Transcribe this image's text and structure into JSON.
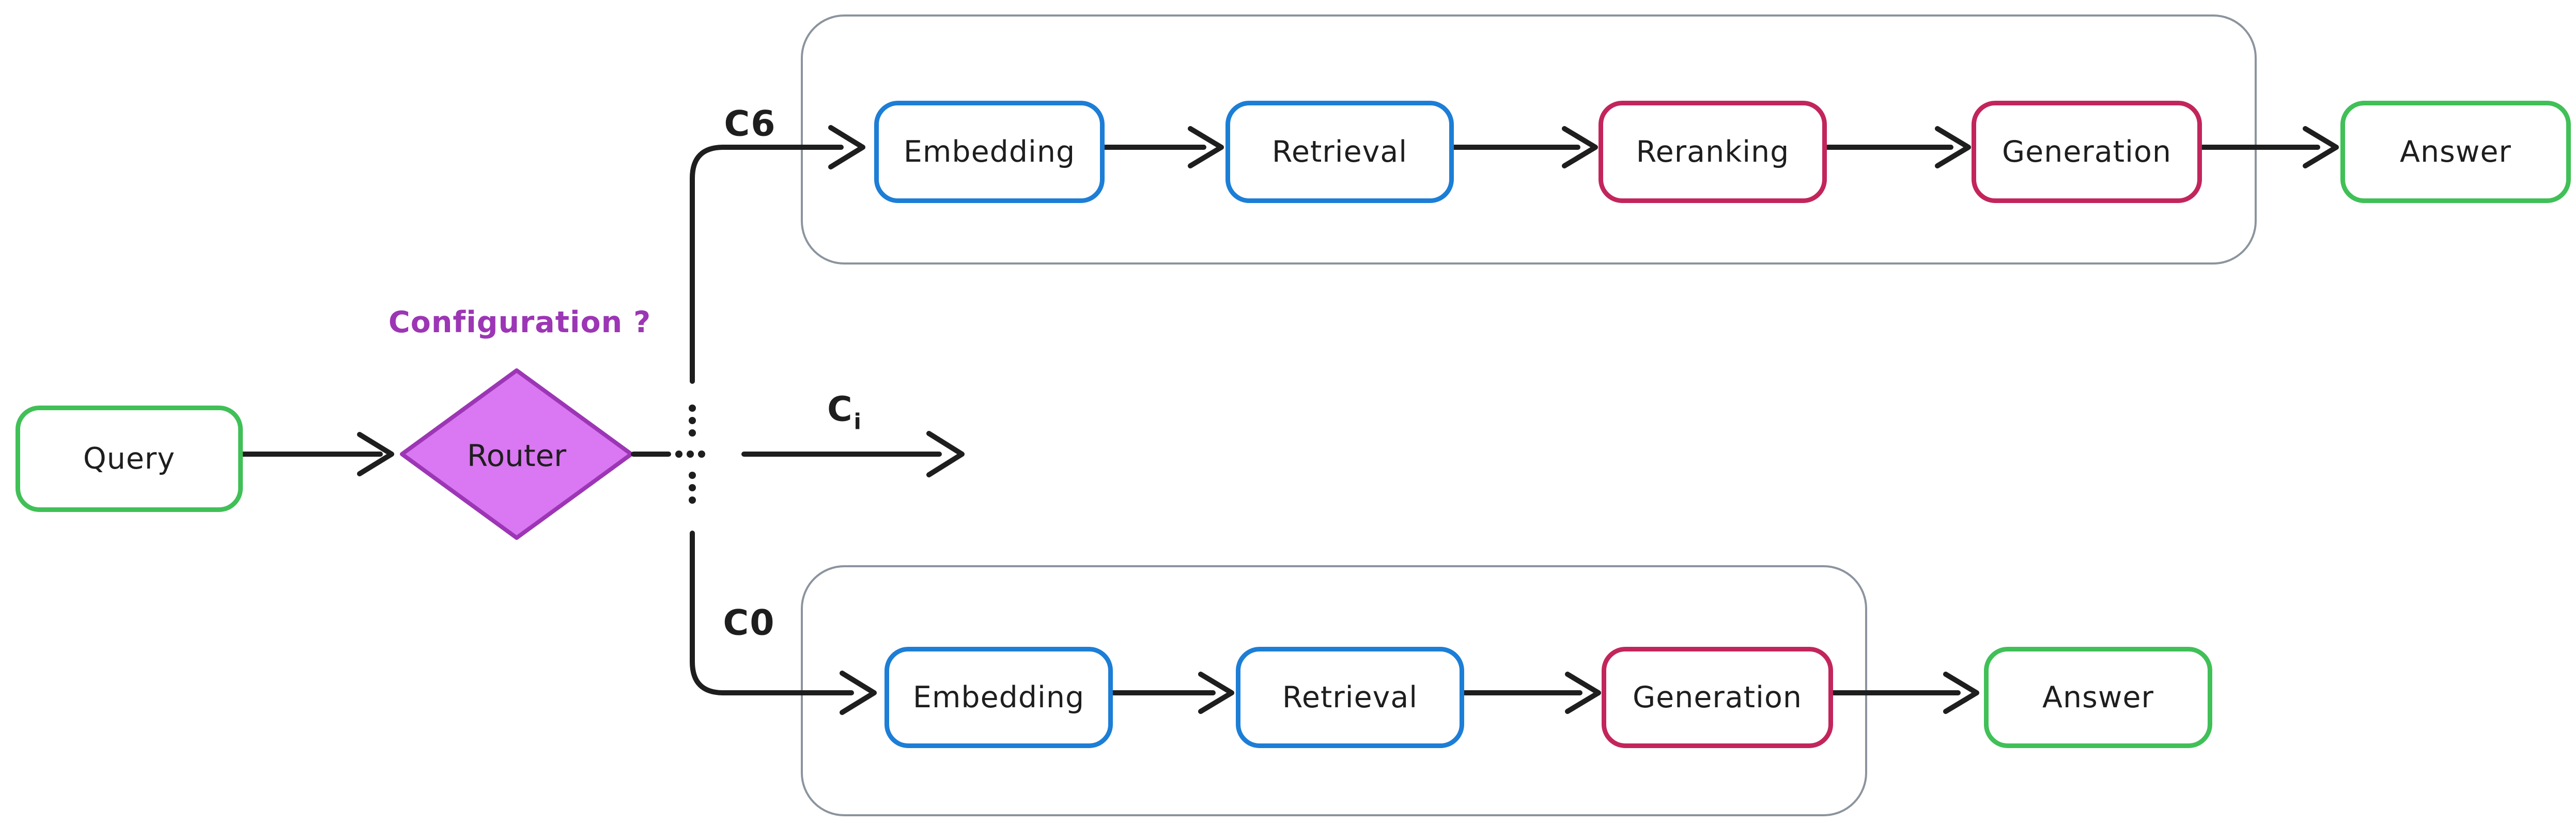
{
  "colors": {
    "ink": "#1e1e1e",
    "green": "#40c057",
    "blue": "#1c7ed6",
    "pink": "#c2255c",
    "violet": "#9c36b5",
    "violet_fill": "#da77f2",
    "gray": "#8b949e",
    "background": "#ffffff"
  },
  "nodes": {
    "query": "Query",
    "router": "Router"
  },
  "router_question": "Configuration ?",
  "pipelines": {
    "c6": {
      "branch_label": "C6",
      "steps": [
        "Embedding",
        "Retrieval",
        "Reranking",
        "Generation"
      ],
      "answer": "Answer"
    },
    "ci": {
      "branch_label_base": "C",
      "branch_label_subscript": "i"
    },
    "c0": {
      "branch_label": "C0",
      "steps": [
        "Embedding",
        "Retrieval",
        "Generation"
      ],
      "answer": "Answer"
    }
  }
}
